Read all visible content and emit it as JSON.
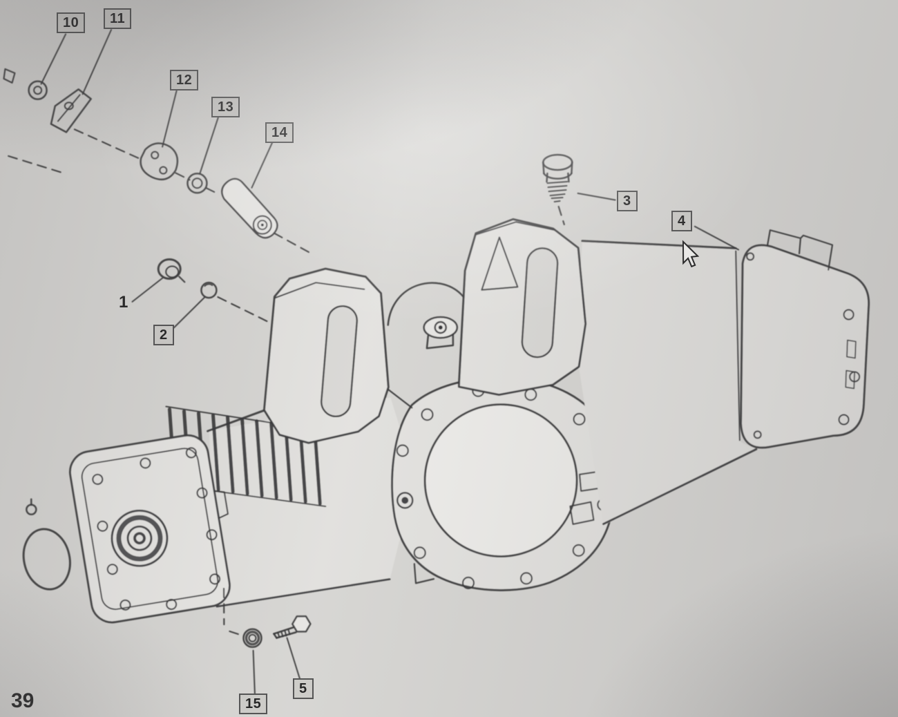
{
  "page": {
    "page_number": "39",
    "background_color": "#d5d4d1",
    "line_color": "#2c2c2e",
    "label_box_color": "#cbcac6",
    "label_border_color": "#4a4a4a"
  },
  "callouts": [
    {
      "part": "10"
    },
    {
      "part": "11"
    },
    {
      "part": "12"
    },
    {
      "part": "13"
    },
    {
      "part": "14"
    },
    {
      "part": "3"
    },
    {
      "part": "4"
    },
    {
      "part": "1"
    },
    {
      "part": "2"
    },
    {
      "part": "5"
    },
    {
      "part": "15"
    }
  ],
  "icons": {
    "cursor": "mouse-pointer-arrow"
  }
}
